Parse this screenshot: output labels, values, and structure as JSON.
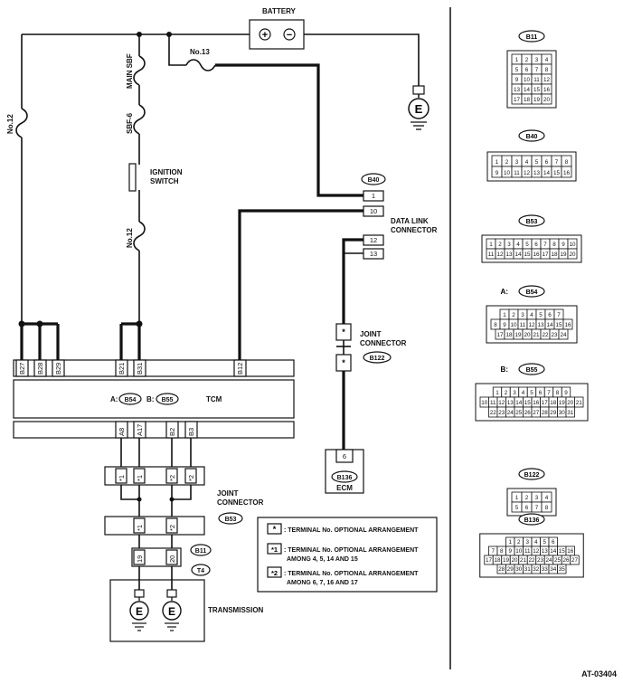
{
  "battery": {
    "label": "BATTERY",
    "plus": "+",
    "minus": "−"
  },
  "fuses": {
    "no12_left": "No.12",
    "no13": "No.13",
    "main_sbf": "MAIN SBF",
    "sbf6": "SBF-6",
    "no12_mid": "No.12"
  },
  "ignition": {
    "line1": "IGNITION",
    "line2": "SWITCH"
  },
  "ground_symbol": "E",
  "data_link": {
    "connector_id": "B40",
    "line1": "DATA LINK",
    "line2": "CONNECTOR",
    "pins": [
      "1",
      "10",
      "12",
      "13"
    ]
  },
  "joint_connector_b122": {
    "line1": "JOINT",
    "line2": "CONNECTOR",
    "connector_id": "B122",
    "pins": [
      "*",
      "*"
    ]
  },
  "tcm": {
    "label": "TCM",
    "prefix_a": "A:",
    "connector_a": "B54",
    "prefix_b": "B:",
    "connector_b": "B55",
    "top_pins": [
      "B27",
      "B28",
      "B29",
      "B21",
      "B31",
      "B12"
    ],
    "bottom_pins": [
      "A8",
      "A17",
      "B2",
      "B3"
    ]
  },
  "ecm": {
    "label": "ECM",
    "connector_id": "B136",
    "pin": "6"
  },
  "joint_connector_b53": {
    "line1": "JOINT",
    "line2": "CONNECTOR",
    "connector_id": "B53",
    "top_pins": [
      "*1",
      "*1",
      "*2",
      "*2"
    ],
    "bottom_pins": [
      "*1",
      "*2"
    ]
  },
  "transmission": {
    "label": "TRANSMISSION",
    "connector_b11": "B11",
    "connector_t4": "T4",
    "pins": [
      "19",
      "20"
    ]
  },
  "legend": [
    {
      "symbol": "*",
      "text1": ": TERMINAL No. OPTIONAL ARRANGEMENT",
      "text2": ""
    },
    {
      "symbol": "*1",
      "text1": ": TERMINAL No. OPTIONAL ARRANGEMENT",
      "text2": "AMONG 4, 5, 14 AND 15"
    },
    {
      "symbol": "*2",
      "text1": ": TERMINAL No. OPTIONAL ARRANGEMENT",
      "text2": "AMONG 6, 7, 16 AND 17"
    }
  ],
  "right_panel": {
    "b11": {
      "id": "B11",
      "rows": [
        [
          "1",
          "2",
          "3",
          "4"
        ],
        [
          "5",
          "6",
          "7",
          "8"
        ],
        [
          "9",
          "10",
          "11",
          "12"
        ],
        [
          "13",
          "14",
          "15",
          "16"
        ],
        [
          "17",
          "18",
          "19",
          "20"
        ]
      ]
    },
    "b40": {
      "id": "B40",
      "rows": [
        [
          "1",
          "2",
          "3",
          "4",
          "5",
          "6",
          "7",
          "8"
        ],
        [
          "9",
          "10",
          "11",
          "12",
          "13",
          "14",
          "15",
          "16"
        ]
      ]
    },
    "b53": {
      "id": "B53",
      "rows": [
        [
          "1",
          "2",
          "3",
          "4",
          "5",
          "6",
          "7",
          "8",
          "9",
          "10"
        ],
        [
          "11",
          "12",
          "13",
          "14",
          "15",
          "16",
          "17",
          "18",
          "19",
          "20"
        ]
      ]
    },
    "b54": {
      "prefix": "A:",
      "id": "B54",
      "rows": [
        [
          "1",
          "2",
          "3",
          "4",
          "5",
          "6",
          "7"
        ],
        [
          "8",
          "9",
          "10",
          "11",
          "12",
          "13",
          "14",
          "15",
          "16"
        ],
        [
          "17",
          "18",
          "19",
          "20",
          "21",
          "22",
          "23",
          "24"
        ]
      ]
    },
    "b55": {
      "prefix": "B:",
      "id": "B55",
      "rows": [
        [
          "1",
          "2",
          "3",
          "4",
          "5",
          "6",
          "7",
          "8",
          "9"
        ],
        [
          "10",
          "11",
          "12",
          "13",
          "14",
          "15",
          "16",
          "17",
          "18",
          "19",
          "20",
          "21"
        ],
        [
          "22",
          "23",
          "24",
          "25",
          "26",
          "27",
          "28",
          "29",
          "30",
          "31"
        ]
      ]
    },
    "b122": {
      "id": "B122",
      "rows": [
        [
          "1",
          "2",
          "3",
          "4"
        ],
        [
          "5",
          "6",
          "7",
          "8"
        ]
      ]
    },
    "b136": {
      "id": "B136",
      "rows": [
        [
          "1",
          "2",
          "3",
          "4",
          "5",
          "6"
        ],
        [
          "7",
          "8",
          "9",
          "10",
          "11",
          "12",
          "13",
          "14",
          "15",
          "16"
        ],
        [
          "17",
          "18",
          "19",
          "20",
          "21",
          "22",
          "23",
          "24",
          "25",
          "26",
          "27"
        ],
        [
          "28",
          "29",
          "30",
          "31",
          "32",
          "33",
          "34",
          "35"
        ]
      ]
    }
  },
  "figure_id": "AT-03404"
}
